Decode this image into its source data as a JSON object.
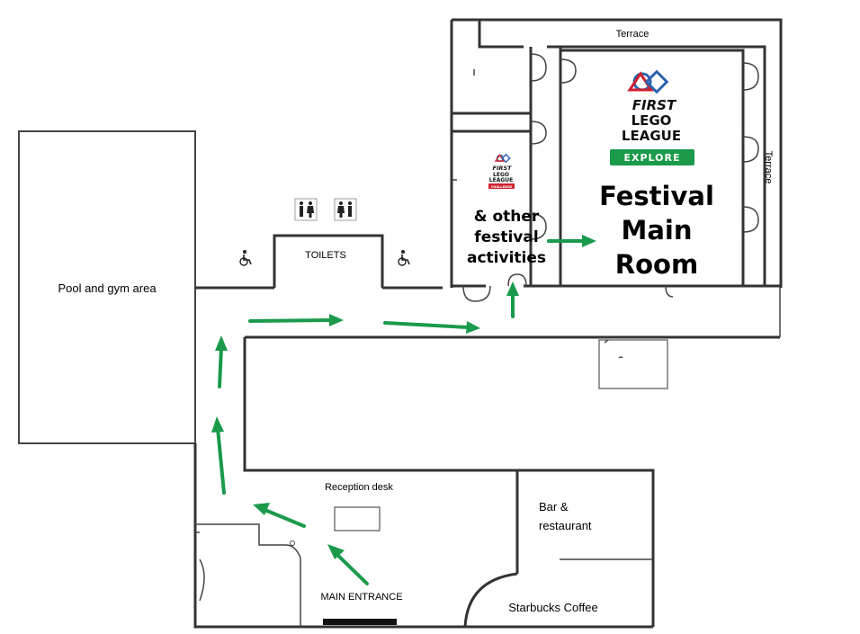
{
  "labels": {
    "terrace_top": "Terrace",
    "terrace_side": "Terrace",
    "pool": "Pool and gym area",
    "toilets": "TOILETS",
    "reception": "Reception desk",
    "bar_line1": "Bar &",
    "bar_line2": "restaurant",
    "starbucks": "Starbucks Coffee",
    "main_entrance": "MAIN ENTRANCE",
    "festival_line1": "Festival",
    "festival_line2": "Main",
    "festival_line3": "Room",
    "other_line1": "& other",
    "other_line2": "festival",
    "other_line3": "activities"
  },
  "logo_explore": {
    "first": "FIRST",
    "lego": "LEGO",
    "league": "LEAGUE",
    "badge": "EXPLORE",
    "badge_color": "#1a9a4a"
  },
  "logo_challenge": {
    "first": "FIRST",
    "lego": "LEGO",
    "league": "LEAGUE",
    "badge": "CHALLENGE",
    "badge_color": "#d0202e"
  },
  "colors": {
    "arrow": "#1a9a4a",
    "wall": "#333333"
  },
  "icons": [
    "male-toilet-icon",
    "female-toilet-icon",
    "wheelchair-icon"
  ]
}
